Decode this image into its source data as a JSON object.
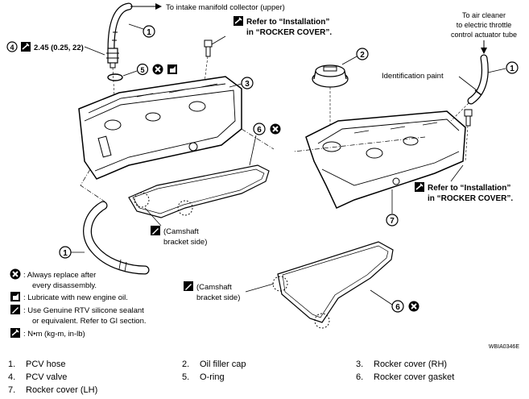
{
  "callouts": {
    "to_intake": "To intake manifold collector (upper)",
    "to_air_cleaner_1": "To air cleaner",
    "to_air_cleaner_2": "to electric throttle",
    "to_air_cleaner_3": "control actuator tube",
    "identification_paint": "Identification paint",
    "torque_value": "2.45 (0.25, 22)",
    "refer_install_1a": "Refer to “Installation”",
    "refer_install_1b": "in “ROCKER COVER”.",
    "refer_install_2a": "Refer to “Installation”",
    "refer_install_2b": "in “ROCKER COVER”.",
    "camshaft_1a": "(Camshaft",
    "camshaft_1b": "bracket side)",
    "camshaft_2a": "(Camshaft",
    "camshaft_2b": "bracket side)",
    "figure_code": "WBIA0346E"
  },
  "numbers": {
    "n1": "1",
    "n2": "2",
    "n3": "3",
    "n4": "4",
    "n5": "5",
    "n6": "6",
    "n7": "7",
    "n1b": "1",
    "n1c": "1",
    "n6b": "6"
  },
  "legend": {
    "replace_1": ": Always replace after",
    "replace_2": "every disassembly.",
    "lube": ": Lubricate with new engine oil.",
    "rtv_1": ": Use Genuine RTV silicone sealant",
    "rtv_2": "or equivalent. Refer to GI section.",
    "torque_unit": ": N•m (kg-m, in-lb)"
  },
  "parts_list": [
    {
      "num": "1.",
      "name": "PCV hose"
    },
    {
      "num": "2.",
      "name": "Oil filler cap"
    },
    {
      "num": "3.",
      "name": "Rocker cover (RH)"
    },
    {
      "num": "4.",
      "name": "PCV valve"
    },
    {
      "num": "5.",
      "name": "O-ring"
    },
    {
      "num": "6.",
      "name": "Rocker cover gasket"
    },
    {
      "num": "7.",
      "name": "Rocker cover (LH)"
    }
  ],
  "icons": [
    "replace-x-icon",
    "lube-oil-can-icon",
    "rtv-sealant-icon",
    "torque-wrench-icon"
  ]
}
